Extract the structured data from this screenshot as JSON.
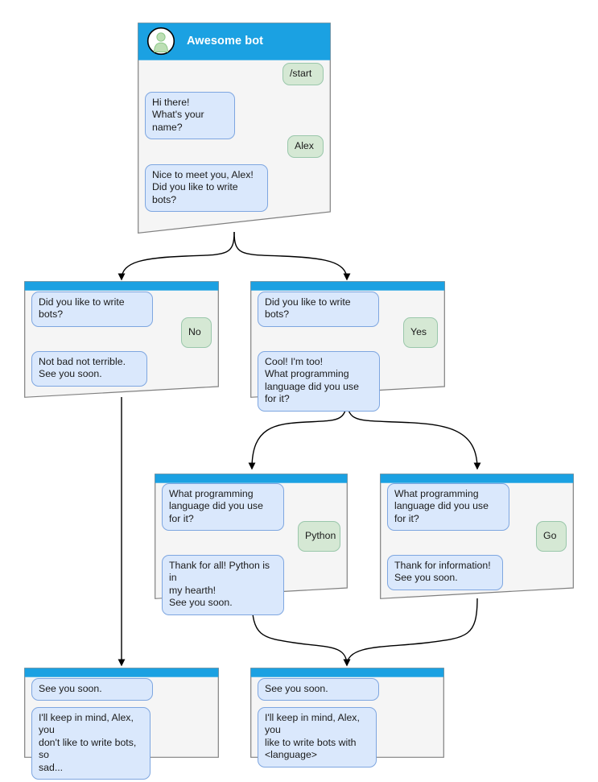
{
  "theme": {
    "header_blue": "#1ba1e2",
    "node_fill": "#f5f5f5",
    "node_stroke": "#808080",
    "bot_bubble_fill": "#dae8fc",
    "bot_bubble_stroke": "#7ea6e0",
    "user_bubble_fill": "#d5e8d4",
    "user_bubble_stroke": "#9ac7ab",
    "edge_stroke": "#000000",
    "avatar_fill": "#bddfb5",
    "canvas_bg": "#ffffff"
  },
  "diagram": {
    "type": "chat-bot-flow",
    "node_count": 7,
    "edge_count": 6
  },
  "nodes": {
    "root": {
      "id": "node-root",
      "title": "Awesome bot",
      "avatar_icon": "person-avatar-icon",
      "messages": [
        {
          "role": "user",
          "text": "/start"
        },
        {
          "role": "bot",
          "text": "Hi there!\nWhat's your name?"
        },
        {
          "role": "user",
          "text": "Alex"
        },
        {
          "role": "bot",
          "text": "Nice to meet you, Alex!\nDid you like to write bots?"
        }
      ]
    },
    "no_branch": {
      "id": "node-no-branch",
      "messages": [
        {
          "role": "bot",
          "text": "Did you like to write bots?"
        },
        {
          "role": "user",
          "text": "No"
        },
        {
          "role": "bot",
          "text": "Not bad not terrible.\nSee you soon."
        }
      ]
    },
    "yes_branch": {
      "id": "node-yes-branch",
      "messages": [
        {
          "role": "bot",
          "text": "Did you like to write bots?"
        },
        {
          "role": "user",
          "text": "Yes"
        },
        {
          "role": "bot",
          "text": "Cool! I'm too!\nWhat programming\nlanguage did you use for it?"
        }
      ]
    },
    "python_branch": {
      "id": "node-python-branch",
      "messages": [
        {
          "role": "bot",
          "text": "What programming\nlanguage did you use for it?"
        },
        {
          "role": "user",
          "text": "Python"
        },
        {
          "role": "bot",
          "text": "Thank for all! Python is in\nmy hearth!\nSee you soon."
        }
      ]
    },
    "go_branch": {
      "id": "node-go-branch",
      "messages": [
        {
          "role": "bot",
          "text": "What programming\nlanguage did you use for it?"
        },
        {
          "role": "user",
          "text": "Go"
        },
        {
          "role": "bot",
          "text": "Thank for information!\nSee you soon."
        }
      ]
    },
    "end_sad": {
      "id": "node-end-sad",
      "messages": [
        {
          "role": "bot",
          "text": "See you soon."
        },
        {
          "role": "bot",
          "text": "I'll keep in mind, Alex, you\ndon't like to write bots, so\nsad..."
        }
      ]
    },
    "end_happy": {
      "id": "node-end-happy",
      "messages": [
        {
          "role": "bot",
          "text": "See you soon."
        },
        {
          "role": "bot",
          "text": "I'll keep in mind, Alex, you\nlike to write bots with\n<language>"
        }
      ]
    }
  }
}
